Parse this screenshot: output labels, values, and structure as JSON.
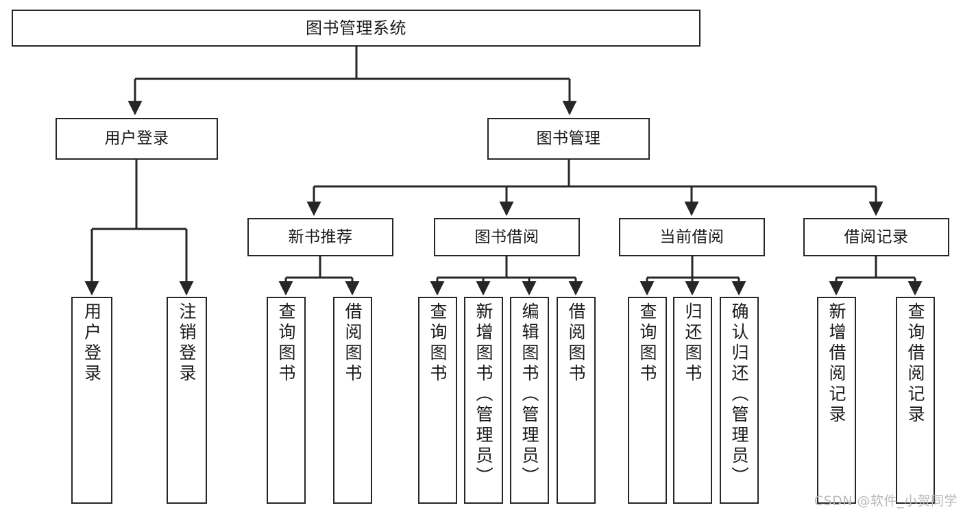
{
  "diagram": {
    "title": "图书管理系统",
    "type": "tree",
    "orientation": "top-down",
    "colors": {
      "stroke": "#262626",
      "fill": "#ffffff",
      "text": "#1a1a1a",
      "watermark": "#b9b9b9"
    },
    "levels": {
      "root": {
        "label": "图书管理系统"
      },
      "level2": [
        {
          "label": "用户登录"
        },
        {
          "label": "图书管理"
        }
      ],
      "level3": [
        {
          "label": "新书推荐"
        },
        {
          "label": "图书借阅"
        },
        {
          "label": "当前借阅"
        },
        {
          "label": "借阅记录"
        }
      ],
      "leaves": {
        "user_login": [
          "用户登录",
          "注销登录"
        ],
        "new_book_recommend": [
          "查询图书",
          "借阅图书"
        ],
        "book_borrow": [
          "查询图书",
          "新增图书（管理员）",
          "编辑图书（管理员）",
          "借阅图书"
        ],
        "current_borrow": [
          "查询图书",
          "归还图书",
          "确认归还（管理员）"
        ],
        "borrow_record": [
          "新增借阅记录",
          "查询借阅记录"
        ]
      }
    }
  },
  "watermark": {
    "text": "CSDN @软件_小贺同学"
  }
}
